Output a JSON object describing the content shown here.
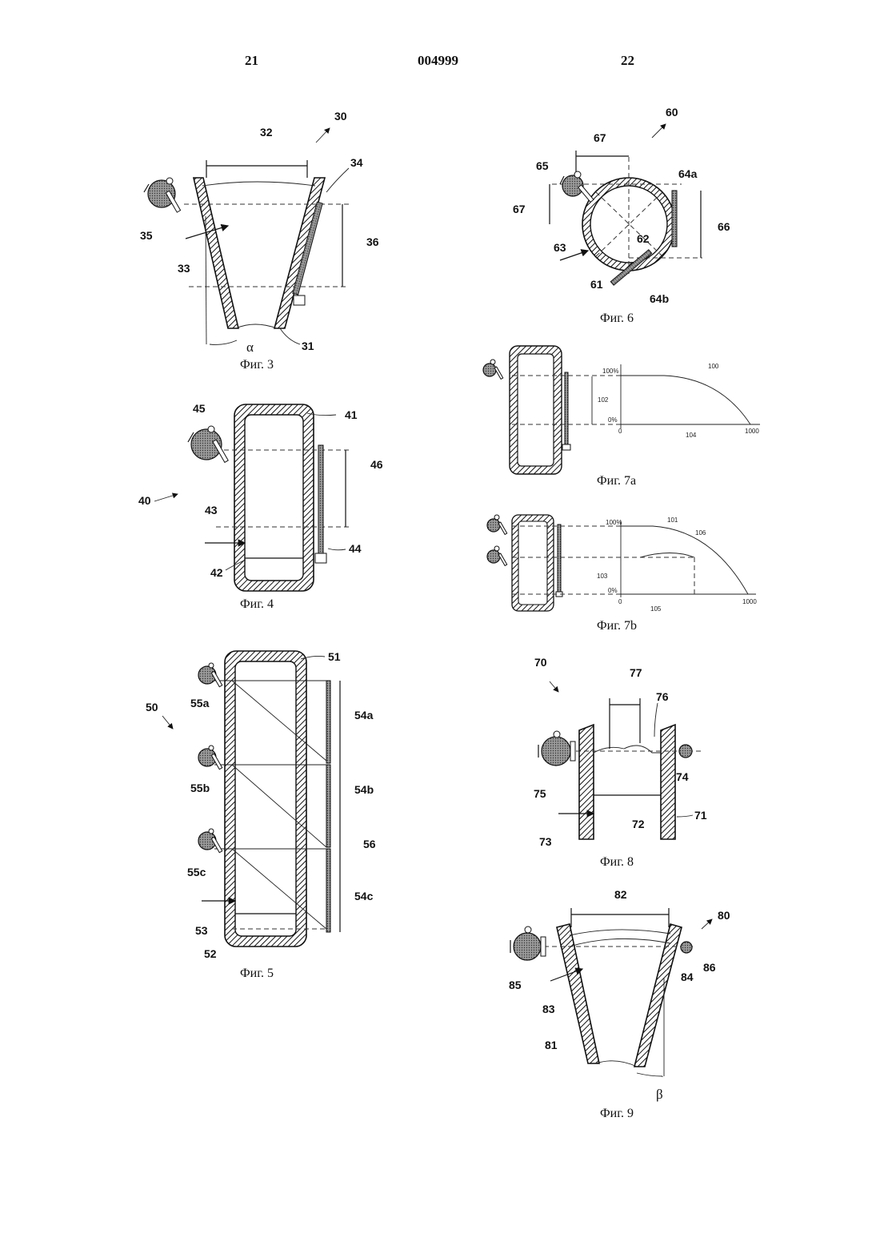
{
  "header": {
    "page_left": "21",
    "doc_number": "004999",
    "page_right": "22"
  },
  "figures": {
    "fig3": {
      "caption": "Фиг. 3",
      "labels": {
        "ref": "30",
        "width": "32",
        "bar": "34",
        "source": "35",
        "arrow": "33",
        "height": "36",
        "vessel": "31",
        "angle": "α"
      }
    },
    "fig4": {
      "caption": "Фиг. 4",
      "labels": {
        "source": "45",
        "vessel": "41",
        "ref": "40",
        "height": "46",
        "arrow": "43",
        "bar": "44",
        "width": "42"
      }
    },
    "fig5": {
      "caption": "Фиг. 5",
      "labels": {
        "vessel": "51",
        "ref": "50",
        "src_a": "55a",
        "src_b": "55b",
        "src_c": "55c",
        "det_a": "54a",
        "det_b": "54b",
        "det_c": "54c",
        "height": "56",
        "arrow": "53",
        "width": "52"
      }
    },
    "fig6": {
      "caption": "Фиг. 6",
      "labels": {
        "ref": "60",
        "dim_h": "67",
        "dim_v": "67",
        "source": "65",
        "det_a": "64a",
        "height": "66",
        "center": "62",
        "arrow": "63",
        "vessel": "61",
        "det_b": "64b"
      }
    },
    "fig7a": {
      "caption": "Фиг. 7a",
      "labels": {
        "pct100": "100%",
        "pct0": "0%",
        "curve": "100",
        "height": "102",
        "axis": "104",
        "x0": "0",
        "xmax": "1000"
      }
    },
    "fig7b": {
      "caption": "Фиг. 7b",
      "labels": {
        "pct100": "100%",
        "pct0": "0%",
        "curve": "101",
        "cross": "106",
        "height": "103",
        "axis": "105",
        "x0": "0",
        "xmax": "1000"
      }
    },
    "fig8": {
      "caption": "Фиг. 8",
      "labels": {
        "ref": "70",
        "width_top": "77",
        "surface": "76",
        "source": "75",
        "det": "74",
        "width": "72",
        "arrow": "73",
        "vessel": "71"
      }
    },
    "fig9": {
      "caption": "Фиг. 9",
      "labels": {
        "width": "82",
        "ref": "80",
        "source": "85",
        "det": "84",
        "line": "86",
        "arrow": "83",
        "vessel": "81",
        "angle": "β"
      }
    }
  },
  "colors": {
    "ink": "#111111",
    "paper": "#ffffff"
  }
}
